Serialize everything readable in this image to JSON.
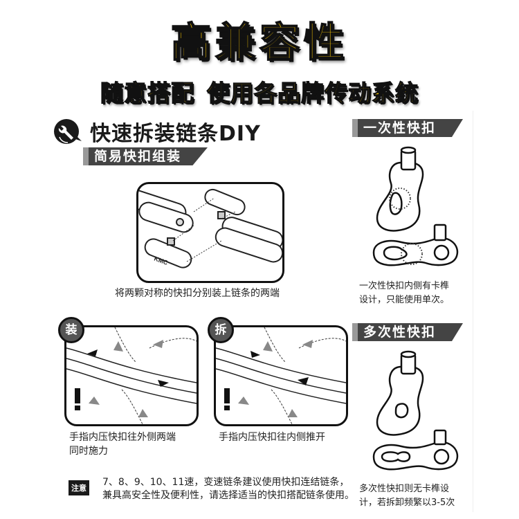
{
  "header": {
    "title": "高兼容性",
    "subtitle_part1": "随意搭配",
    "subtitle_part2": "使用各品牌传动系统"
  },
  "diy_section": {
    "heading": "快速拆装链条DIY",
    "icon": "wrench-icon",
    "bar_label": "简易快扣组装",
    "assembly_caption": "将两颗对称的快扣分别装上链条的两端",
    "chain_brand_label": "KMC"
  },
  "install_panel": {
    "badge": "装",
    "caption_line1": "手指内压快扣往外侧两端",
    "caption_line2": "同时施力"
  },
  "remove_panel": {
    "badge": "拆",
    "caption": "手指内压快扣往内侧推开"
  },
  "single_use": {
    "bar_label": "一次性快扣",
    "desc_line1": "一次性快扣内侧有卡榫",
    "desc_line2": "设计，只能使用单次。"
  },
  "multi_use": {
    "bar_label": "多次性快扣",
    "desc_line1": "多次性快扣则无卡榫设",
    "desc_line2": "计，若拆卸频繁以3-5次"
  },
  "note": {
    "tag": "注意",
    "line1": "7、8、9、10、11速，变速链条建议使用快扣连结链条，",
    "line2": "兼具高安全性及便利性，请选择适当的快扣搭配链条使用。"
  },
  "colors": {
    "title_yellow": "#f5c400",
    "outline": "#111111",
    "bar_dark": "#444444",
    "bar_accent": "#999999"
  }
}
